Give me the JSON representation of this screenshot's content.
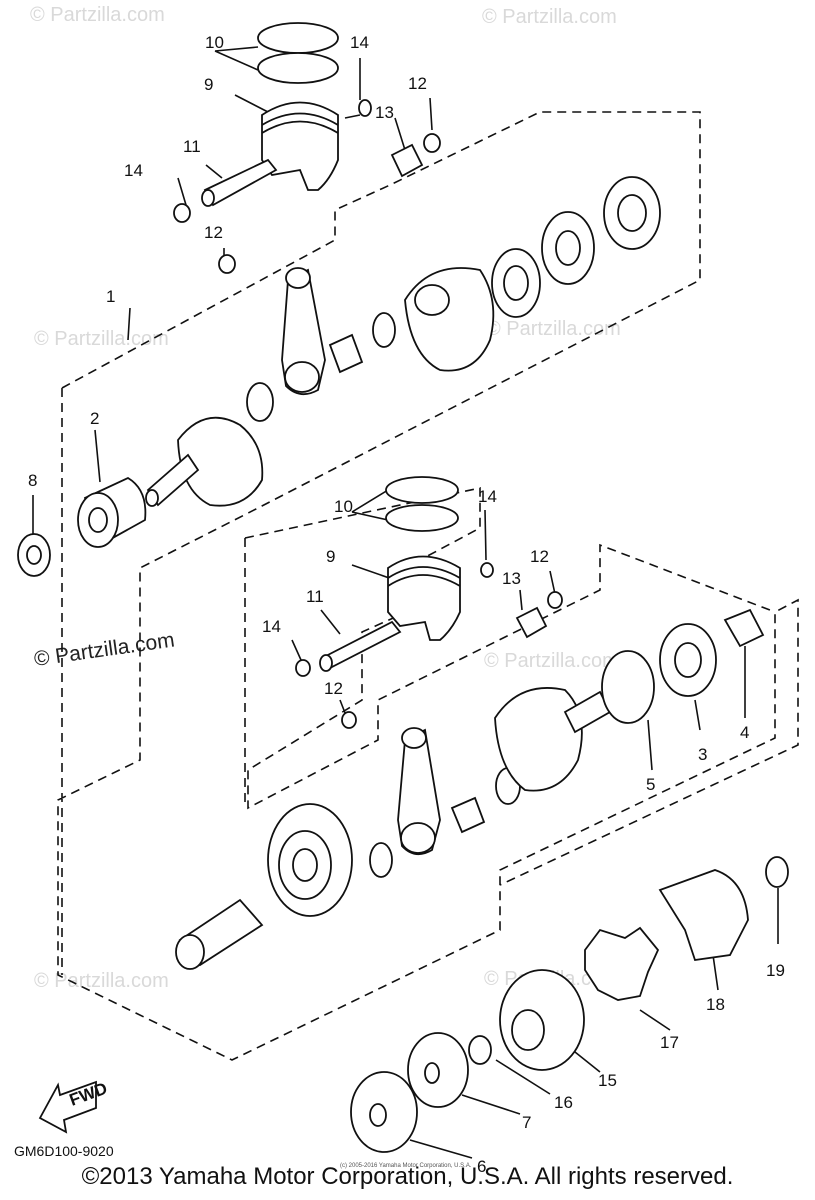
{
  "watermarks": [
    "© Partzilla.com",
    "© Partzilla.com",
    "© Partzilla.com",
    "© Partzilla.com",
    "© Partzilla.com",
    "© Partzilla.com",
    "© Partzilla.com"
  ],
  "watermark_main": "© Partzilla.com",
  "callouts": {
    "c1": "1",
    "c2": "2",
    "c3": "3",
    "c4": "4",
    "c5": "5",
    "c6": "6",
    "c7": "7",
    "c8": "8",
    "c9a": "9",
    "c9b": "9",
    "c10a": "10",
    "c10b": "10",
    "c11a": "11",
    "c11b": "11",
    "c12a": "12",
    "c12b": "12",
    "c12c": "12",
    "c12d": "12",
    "c13a": "13",
    "c13b": "13",
    "c14a": "14",
    "c14b": "14",
    "c14c": "14",
    "c14d": "14",
    "c15": "15",
    "c16": "16",
    "c17": "17",
    "c18": "18",
    "c19": "19"
  },
  "fwd_label": "FWD",
  "diagram_code": "GM6D100-9020",
  "tiny_copyright": "(c) 2005-2016 Yamaha Motor Corporation, U.S.A.",
  "copyright": "©2013 Yamaha Motor Corporation, U.S.A. All rights reserved."
}
